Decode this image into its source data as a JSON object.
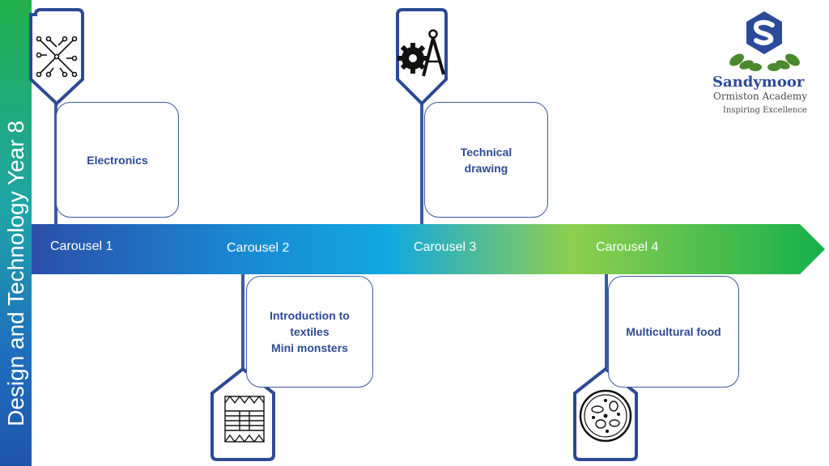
{
  "sidebar": {
    "title": "Design and Technology Year 8"
  },
  "logo": {
    "name": "Sandymoor",
    "subtitle": "Ormiston Academy",
    "tagline": "Inspiring Excellence"
  },
  "timeline": {
    "carousels": [
      {
        "label": "Carousel 1"
      },
      {
        "label": "Carousel 2"
      },
      {
        "label": "Carousel 3"
      },
      {
        "label": "Carousel 4"
      }
    ]
  },
  "topics": [
    {
      "carousel": "Carousel 1",
      "text": "Electronics",
      "icon": "circuit-icon"
    },
    {
      "carousel": "Carousel 2",
      "text": "Introduction to\ntextiles\nMini monsters",
      "icon": "textile-pattern-icon"
    },
    {
      "carousel": "Carousel 3",
      "text": "Technical\ndrawing",
      "icon": "gear-compass-icon"
    },
    {
      "carousel": "Carousel 4",
      "text": "Multicultural food",
      "icon": "food-plate-icon"
    }
  ],
  "colors": {
    "accent_navy": "#2c4a95",
    "arrow_start": "#2b4fa8",
    "arrow_mid": "#12a8e0",
    "arrow_lime": "#8fcf4f",
    "arrow_end": "#16b04c"
  }
}
